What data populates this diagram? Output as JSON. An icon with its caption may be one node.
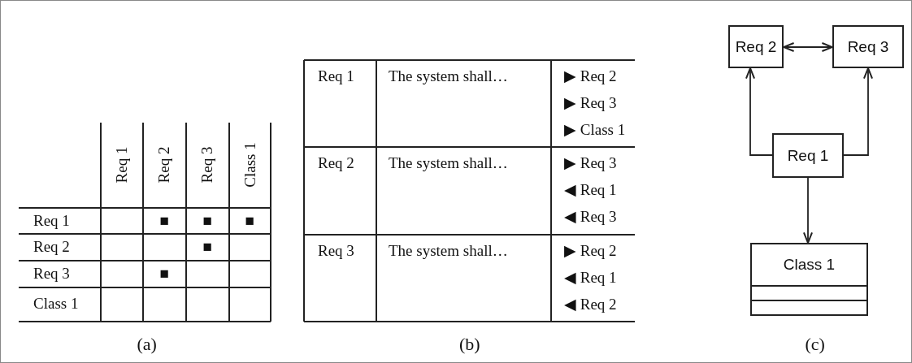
{
  "diagram": {
    "nodes": [
      {
        "text": [
          "Req 2"
        ]
      },
      {
        "text": [
          "Req 3"
        ]
      },
      {
        "text": [
          "Req 1"
        ]
      },
      {
        "text": [
          "Class 1"
        ]
      }
    ],
    "edges": [
      {
        "from": 0,
        "to": 1,
        "arrow": "both"
      },
      {
        "from": 2,
        "to": 0,
        "arrow": "to"
      },
      {
        "from": 2,
        "to": 1,
        "arrow": "to"
      },
      {
        "from": 2,
        "to": 3,
        "arrow": "to"
      }
    ],
    "labels": [
      "Req 1",
      "Req 2",
      "Req 3",
      "Class 1",
      "Req 1",
      "■",
      "■",
      "■",
      "Req 2",
      "■",
      "Req 3",
      "■",
      "Class 1",
      "(a)",
      "Req 1",
      "The system shall…",
      "▶ Req 2",
      "▶ Req 3",
      "▶ Class 1",
      "Req 2",
      "The system shall…",
      "▶ Req 3",
      "◀ Req 1",
      "◀ Req 3",
      "Req 3",
      "The system shall…",
      "▶ Req 2",
      "◀ Req 1",
      "◀ Req 2",
      "(b)",
      "(c)"
    ]
  }
}
